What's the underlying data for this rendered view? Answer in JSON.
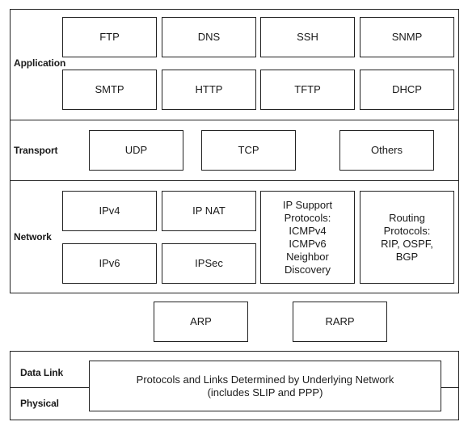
{
  "layers": {
    "application": {
      "label": "Application",
      "protocols": [
        "FTP",
        "DNS",
        "SSH",
        "SNMP",
        "SMTP",
        "HTTP",
        "TFTP",
        "DHCP"
      ]
    },
    "transport": {
      "label": "Transport",
      "protocols": [
        "UDP",
        "TCP",
        "Others"
      ]
    },
    "network": {
      "label": "Network",
      "protocols": [
        "IPv4",
        "IP NAT",
        "IPv6",
        "IPSec"
      ],
      "support": "IP Support\nProtocols:\nICMPv4\nICMPv6\nNeighbor\nDiscovery",
      "routing": "Routing\nProtocols:\nRIP, OSPF,\nBGP"
    },
    "arp": [
      "ARP",
      "RARP"
    ],
    "datalink": {
      "label": "Data Link",
      "label2": "Physical",
      "box": "Protocols and Links Determined by Underlying Network\n(includes SLIP and PPP)"
    }
  }
}
